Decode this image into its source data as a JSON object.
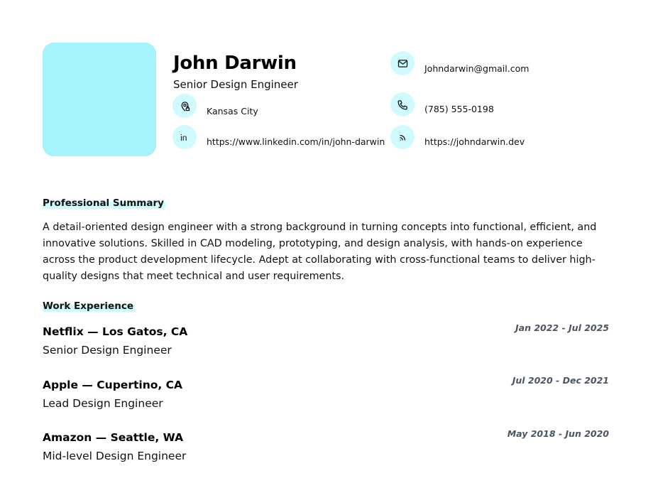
{
  "profile": {
    "name": "John Darwin",
    "title": "Senior Design Engineer"
  },
  "contacts": {
    "location": "Kansas City",
    "linkedin": "https://www.linkedin.com/in/john-darwin",
    "email": "Johndarwin@gmail.com",
    "phone": "(785) 555-0198",
    "website": "https://johndarwin.dev"
  },
  "icons": {
    "location": "location-pin-icon",
    "linkedin": "linkedin-icon",
    "email": "mail-icon",
    "phone": "phone-icon",
    "website": "rss-icon"
  },
  "colors": {
    "accent": "#a5f3fc",
    "accent_light": "#cffafe",
    "date_text": "#4b5563"
  },
  "summary": {
    "heading": "Professional Summary",
    "text": "A detail-oriented design engineer with a strong background in turning concepts into functional, efficient, and innovative solutions. Skilled in CAD modeling, prototyping, and design analysis, with hands-on experience across the product development lifecycle. Adept at collaborating with cross-functional teams to deliver high-quality designs that meet technical and user requirements."
  },
  "experience": {
    "heading": "Work Experience",
    "jobs": [
      {
        "company": "Netflix — Los Gatos, CA",
        "role": "Senior Design Engineer",
        "dates": "Jan 2022 - Jul 2025"
      },
      {
        "company": "Apple — Cupertino, CA",
        "role": "Lead Design Engineer",
        "dates": "Jul 2020 - Dec 2021"
      },
      {
        "company": "Amazon — Seattle, WA",
        "role": "Mid-level Design Engineer",
        "dates": "May 2018 - Jun 2020"
      }
    ]
  }
}
